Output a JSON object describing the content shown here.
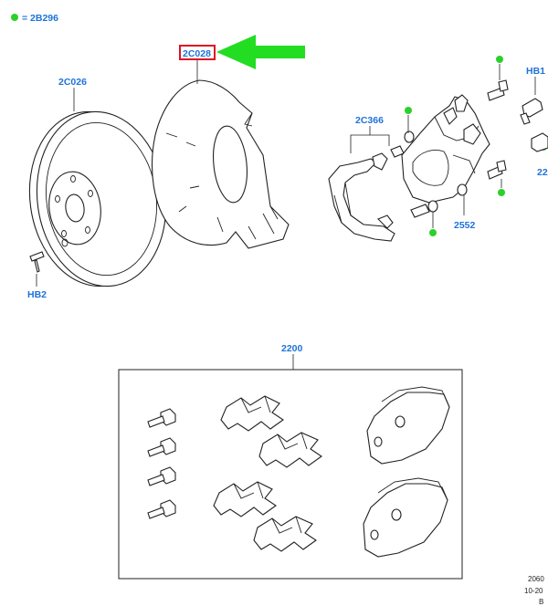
{
  "legend": {
    "text": "= 2B296",
    "marker_color": "#2bd12b"
  },
  "labels": {
    "rotor": "2C026",
    "shield": "2C028",
    "bracket": "2C366",
    "bolt_top_right": "HB1",
    "rotor_screw": "HB2",
    "caliper": "2552",
    "pad_kit": "2200",
    "edge_cut": "22"
  },
  "highlight": {
    "target": "2C028",
    "box_color": "#e01020",
    "arrow_color": "#22dd22"
  },
  "footer": {
    "line1": "2060",
    "line2": "10-20",
    "line3": "B"
  },
  "colors": {
    "label": "#1d73d8",
    "line": "#222222"
  }
}
